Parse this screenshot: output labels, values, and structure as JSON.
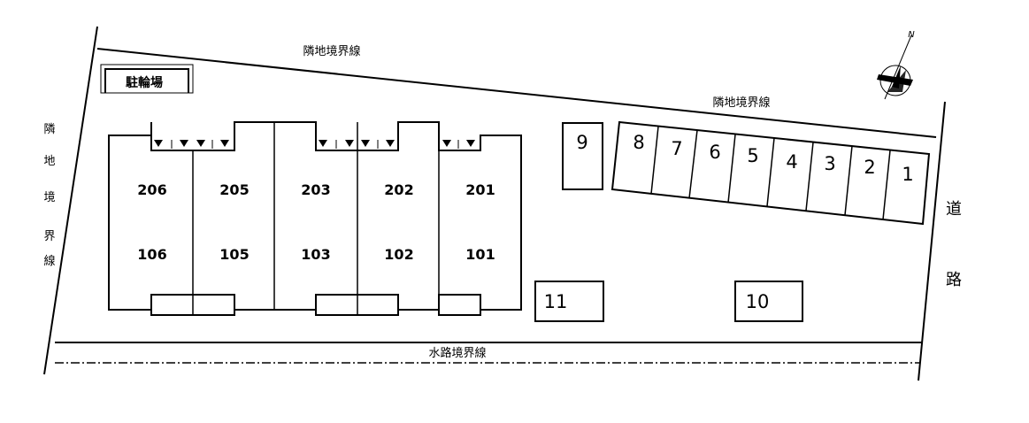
{
  "labels": {
    "top_boundary": "隣地境界線",
    "upper_right_boundary": "隣地境界線",
    "left_boundary": [
      "隣",
      "地",
      "境",
      "界",
      "線"
    ],
    "water_boundary": "水路境界線",
    "road": [
      "道",
      "路"
    ],
    "bicycle_parking": "駐輪場",
    "north": "N"
  },
  "units": {
    "upper": [
      "206",
      "205",
      "203",
      "202",
      "201"
    ],
    "lower": [
      "106",
      "105",
      "103",
      "102",
      "101"
    ]
  },
  "parking": {
    "row": [
      "8",
      "7",
      "6",
      "5",
      "4",
      "3",
      "2",
      "1"
    ],
    "single_9": "9",
    "single_11": "11",
    "single_10": "10"
  },
  "colors": {
    "line": "#000000",
    "background": "#ffffff"
  }
}
